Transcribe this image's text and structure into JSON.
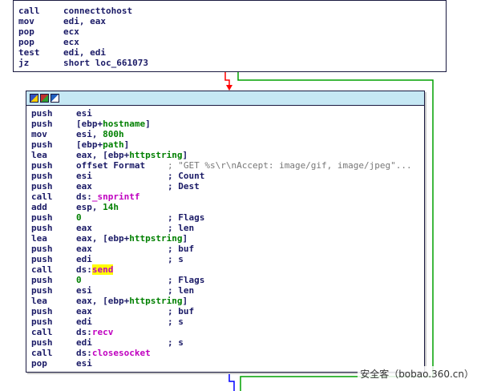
{
  "colors": {
    "text": "#1a1a66",
    "var": "#008000",
    "api": "#c000c0",
    "number": "#008000",
    "highlight": "#ffff00",
    "edge_red": "#ff0000",
    "edge_green": "#00a000",
    "edge_blue": "#0000ff"
  },
  "titlebar_icons": [
    "graph-icon",
    "chart-icon",
    "window-icon"
  ],
  "top_block": [
    {
      "m": "call",
      "o": [
        {
          "t": "connecttohost"
        }
      ],
      "c": null
    },
    {
      "m": "mov",
      "o": [
        {
          "t": "edi, eax"
        }
      ],
      "c": null
    },
    {
      "m": "pop",
      "o": [
        {
          "t": "ecx"
        }
      ],
      "c": null
    },
    {
      "m": "pop",
      "o": [
        {
          "t": "ecx"
        }
      ],
      "c": null
    },
    {
      "m": "test",
      "o": [
        {
          "t": "edi, edi"
        }
      ],
      "c": null
    },
    {
      "m": "jz",
      "o": [
        {
          "t": "short loc_661073"
        }
      ],
      "c": null
    }
  ],
  "main_block": [
    {
      "m": "push",
      "o": [
        {
          "t": "esi"
        }
      ],
      "c": null
    },
    {
      "m": "push",
      "o": [
        {
          "t": "[ebp+"
        },
        {
          "t": "hostname",
          "k": "var"
        },
        {
          "t": "]"
        }
      ],
      "c": null
    },
    {
      "m": "mov",
      "o": [
        {
          "t": "esi, "
        },
        {
          "t": "800h",
          "k": "number"
        }
      ],
      "c": null
    },
    {
      "m": "push",
      "o": [
        {
          "t": "[ebp+"
        },
        {
          "t": "path",
          "k": "var"
        },
        {
          "t": "]"
        }
      ],
      "c": null
    },
    {
      "m": "lea",
      "o": [
        {
          "t": "eax, [ebp+"
        },
        {
          "t": "httpstring",
          "k": "var"
        },
        {
          "t": "]"
        }
      ],
      "c": null
    },
    {
      "m": "push",
      "o": [
        {
          "t": "offset Format"
        }
      ],
      "c": "; \"GET %s\\r\\nAccept: image/gif, image/jpeg\"..."
    },
    {
      "m": "push",
      "o": [
        {
          "t": "esi"
        }
      ],
      "c": "; Count"
    },
    {
      "m": "push",
      "o": [
        {
          "t": "eax"
        }
      ],
      "c": "; Dest"
    },
    {
      "m": "call",
      "o": [
        {
          "t": "ds:"
        },
        {
          "t": "_snprintf",
          "k": "api"
        }
      ],
      "c": null
    },
    {
      "m": "add",
      "o": [
        {
          "t": "esp, "
        },
        {
          "t": "14h",
          "k": "number"
        }
      ],
      "c": null
    },
    {
      "m": "push",
      "o": [
        {
          "t": "0",
          "k": "number"
        }
      ],
      "c": "; Flags"
    },
    {
      "m": "push",
      "o": [
        {
          "t": "eax"
        }
      ],
      "c": "; len"
    },
    {
      "m": "lea",
      "o": [
        {
          "t": "eax, [ebp+"
        },
        {
          "t": "httpstring",
          "k": "var"
        },
        {
          "t": "]"
        }
      ],
      "c": null
    },
    {
      "m": "push",
      "o": [
        {
          "t": "eax"
        }
      ],
      "c": "; buf"
    },
    {
      "m": "push",
      "o": [
        {
          "t": "edi"
        }
      ],
      "c": "; s"
    },
    {
      "m": "call",
      "o": [
        {
          "t": "ds:"
        },
        {
          "t": "send",
          "k": "api-hl"
        }
      ],
      "c": null
    },
    {
      "m": "push",
      "o": [
        {
          "t": "0",
          "k": "number"
        }
      ],
      "c": "; Flags"
    },
    {
      "m": "push",
      "o": [
        {
          "t": "esi"
        }
      ],
      "c": "; len"
    },
    {
      "m": "lea",
      "o": [
        {
          "t": "eax, [ebp+"
        },
        {
          "t": "httpstring",
          "k": "var"
        },
        {
          "t": "]"
        }
      ],
      "c": null
    },
    {
      "m": "push",
      "o": [
        {
          "t": "eax"
        }
      ],
      "c": "; buf"
    },
    {
      "m": "push",
      "o": [
        {
          "t": "edi"
        }
      ],
      "c": "; s"
    },
    {
      "m": "call",
      "o": [
        {
          "t": "ds:"
        },
        {
          "t": "recv",
          "k": "api"
        }
      ],
      "c": null
    },
    {
      "m": "push",
      "o": [
        {
          "t": "edi"
        }
      ],
      "c": "; s"
    },
    {
      "m": "call",
      "o": [
        {
          "t": "ds:"
        },
        {
          "t": "closesocket",
          "k": "api"
        }
      ],
      "c": null
    },
    {
      "m": "pop",
      "o": [
        {
          "t": "esi"
        }
      ],
      "c": null
    }
  ],
  "watermark": "安全客（bobao.360.cn）"
}
